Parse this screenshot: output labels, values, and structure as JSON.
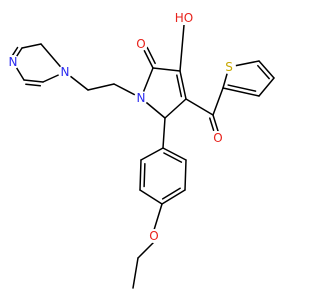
{
  "molecule": {
    "atoms": {
      "n_imid_3": "N",
      "n_imid_1": "N",
      "n_lactam": "N",
      "o_lactam": "O",
      "oh_label": "HO",
      "s_thio": "S",
      "o_ketone": "O",
      "o_ether": "O"
    },
    "colors": {
      "nitrogen": "#2a2af0",
      "oxygen": "#e8231c",
      "sulfur": "#c8a800",
      "bond": "#000000"
    }
  }
}
